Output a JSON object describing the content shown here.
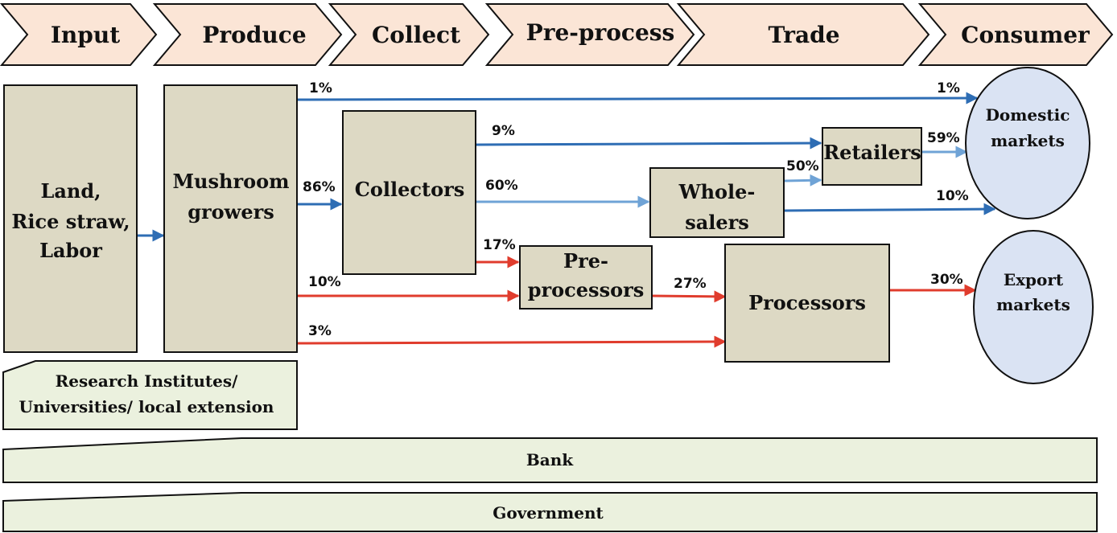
{
  "stages": [
    "Input",
    "Produce",
    "Collect",
    "Pre-process",
    "Trade",
    "Consumer"
  ],
  "nodes": {
    "input": [
      "Land,",
      "Rice straw,",
      "Labor"
    ],
    "growers": [
      "Mushroom",
      "growers"
    ],
    "collectors": [
      "Collectors"
    ],
    "preprocessors": [
      "Pre-",
      "processors"
    ],
    "wholesalers": [
      "Whole-",
      "salers"
    ],
    "retailers": [
      "Retailers"
    ],
    "processors": [
      "Processors"
    ],
    "domestic": [
      "Domestic",
      "markets"
    ],
    "export": [
      "Export",
      "markets"
    ]
  },
  "support": {
    "research": [
      "Research Institutes/",
      "Universities/ local extension"
    ],
    "bank": "Bank",
    "government": "Government"
  },
  "flows": {
    "growers_domestic_start": "1%",
    "growers_domestic_end": "1%",
    "growers_collectors": "86%",
    "collectors_retailers": "9%",
    "collectors_wholesalers": "60%",
    "wholesalers_retailers": "50%",
    "retailers_domestic": "59%",
    "wholesalers_domestic": "10%",
    "collectors_preprocessors": "17%",
    "growers_preprocessors": "10%",
    "preprocessors_processors": "27%",
    "growers_processors": "3%",
    "processors_export": "30%"
  },
  "colors": {
    "stage_fill": "#fbe5d6",
    "box_fill": "#ddd9c4",
    "market_fill": "#dae3f3",
    "support_fill": "#ebf1de",
    "arrow_dark_blue": "#2e6db4",
    "arrow_light_blue": "#6fa3d6",
    "arrow_red": "#e03c2d"
  }
}
